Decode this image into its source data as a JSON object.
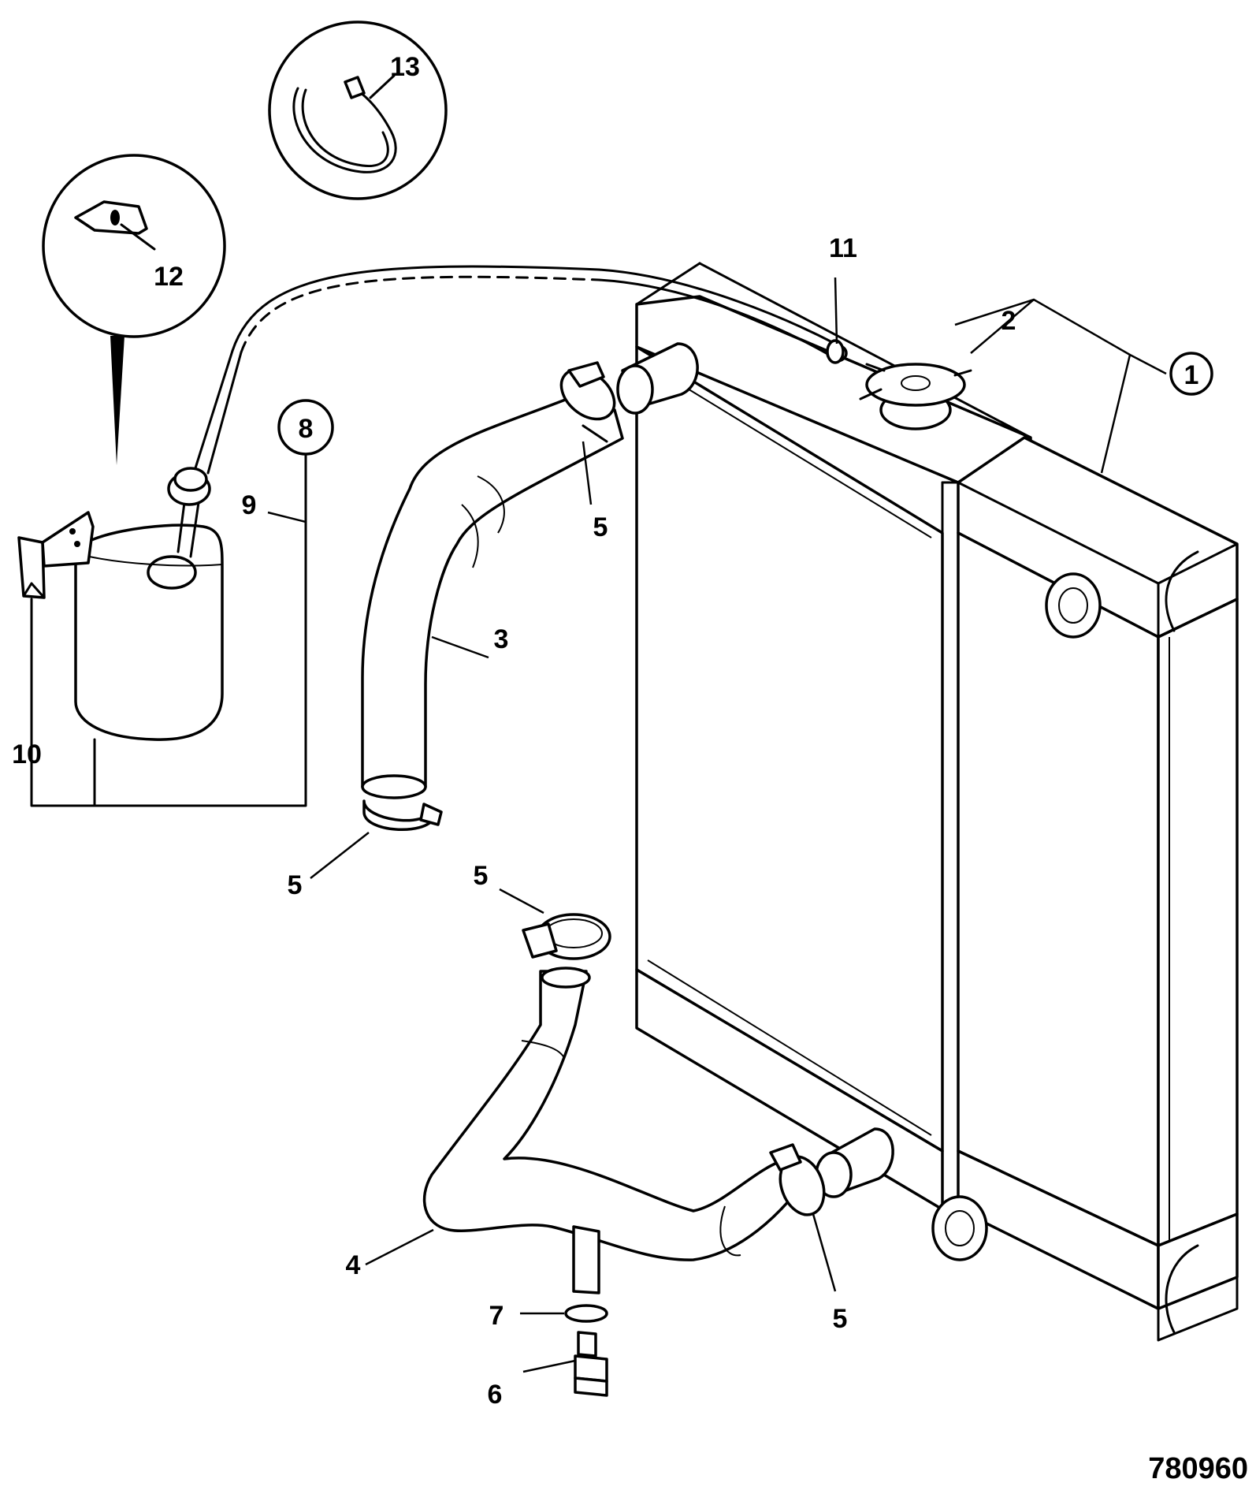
{
  "diagram": {
    "reference_number": "780960",
    "callouts": {
      "c1": "1",
      "c2": "2",
      "c3": "3",
      "c4": "4",
      "c5a": "5",
      "c5b": "5",
      "c5c": "5",
      "c5d": "5",
      "c6": "6",
      "c7": "7",
      "c8": "8",
      "c9": "9",
      "c10": "10",
      "c11": "11",
      "c12": "12",
      "c13": "13"
    }
  }
}
